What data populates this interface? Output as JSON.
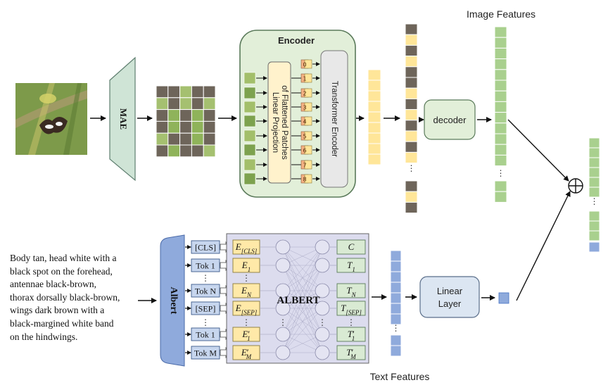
{
  "labels": {
    "image_features": "Image Features",
    "text_features": "Text Features",
    "mae": "MAE",
    "encoder": "Encoder",
    "linear_projection_line1": "Linear Projection",
    "linear_projection_line2": "of Flattened Patches",
    "transformer_encoder": "Transformer Encoder",
    "decoder": "decoder",
    "albert_side": "Albert",
    "albert_block": "ALBERT",
    "linear_layer_line1": "Linear",
    "linear_layer_line2": "Layer",
    "ellipsis": "⋮"
  },
  "position_embeddings": [
    "0",
    "1",
    "2",
    "3",
    "4",
    "5",
    "6",
    "7",
    "8"
  ],
  "input_tokens": [
    "[CLS]",
    "Tok 1",
    "Tok N",
    "[SEP]",
    "Tok 1",
    "Tok M"
  ],
  "embeddings": [
    {
      "base": "E",
      "sub": "[CLS]",
      "prime": false
    },
    {
      "base": "E",
      "sub": "1",
      "prime": false
    },
    {
      "base": "E",
      "sub": "N",
      "prime": false
    },
    {
      "base": "E",
      "sub": "[SEP]",
      "prime": false
    },
    {
      "base": "E",
      "sub": "1",
      "prime": true
    },
    {
      "base": "E",
      "sub": "M",
      "prime": true
    }
  ],
  "outputs": [
    {
      "base": "C",
      "sub": "",
      "prime": false
    },
    {
      "base": "T",
      "sub": "1",
      "prime": false
    },
    {
      "base": "T",
      "sub": "N",
      "prime": false
    },
    {
      "base": "T",
      "sub": "[SEP]",
      "prime": false
    },
    {
      "base": "T",
      "sub": "1",
      "prime": true
    },
    {
      "base": "T",
      "sub": "M",
      "prime": true
    }
  ],
  "caption_lines": [
    "Body tan, head white with a",
    "black spot on the forehead,",
    "antennae black-brown,",
    "thorax dorsally black-brown,",
    "wings dark brown with a",
    "black-margined white band",
    "on the hindwings."
  ],
  "colors": {
    "encoder_bg": "#e2efd9",
    "encoder_border": "#5a7a5a",
    "yellow_feature": "#ffe699",
    "gray_patch": "#6e655a",
    "green_feature": "#a9d08e",
    "blue_feature": "#8faadc",
    "blue_dark": "#4472c4",
    "albert_bg": "#dcdcee",
    "token_box": "#c7d6ee",
    "emb_box": "#ffe9a8",
    "out_box": "#d9ead3",
    "decoder_bg": "#e2efd9"
  }
}
